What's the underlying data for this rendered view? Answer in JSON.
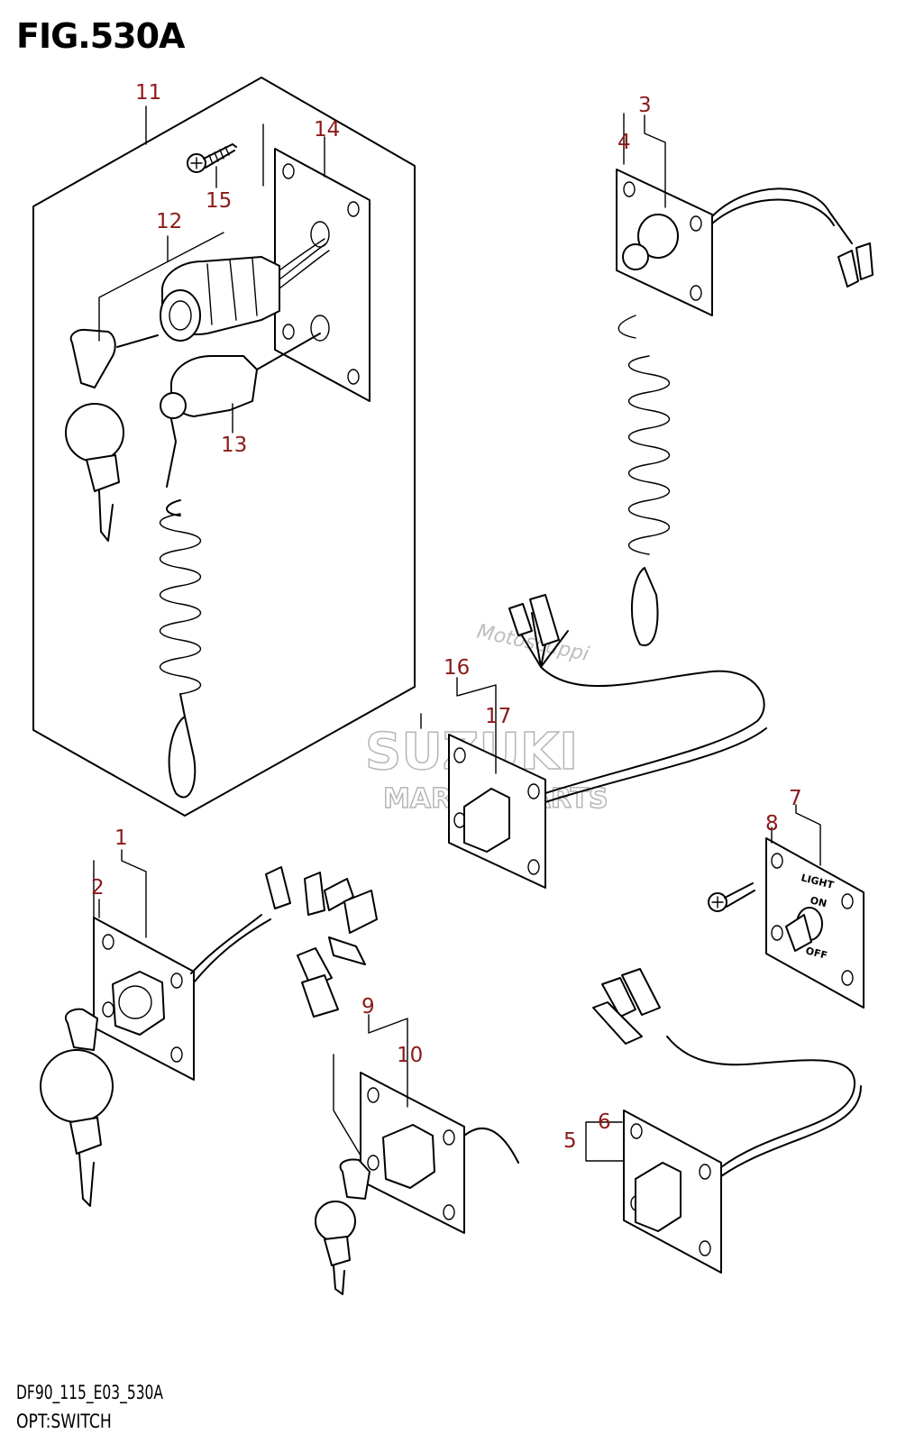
{
  "figure_title": "FIG.530A",
  "footer": {
    "code": "DF90_115_E03_530A",
    "name": "OPT:SWITCH"
  },
  "callouts": [
    {
      "id": "1",
      "label": "1"
    },
    {
      "id": "2",
      "label": "2"
    },
    {
      "id": "3",
      "label": "3"
    },
    {
      "id": "4",
      "label": "4"
    },
    {
      "id": "5",
      "label": "5"
    },
    {
      "id": "6",
      "label": "6"
    },
    {
      "id": "7",
      "label": "7"
    },
    {
      "id": "8",
      "label": "8"
    },
    {
      "id": "9",
      "label": "9"
    },
    {
      "id": "10",
      "label": "10"
    },
    {
      "id": "11",
      "label": "11"
    },
    {
      "id": "12",
      "label": "12"
    },
    {
      "id": "13",
      "label": "13"
    },
    {
      "id": "14",
      "label": "14"
    },
    {
      "id": "15",
      "label": "15"
    },
    {
      "id": "16",
      "label": "16"
    },
    {
      "id": "17",
      "label": "17"
    }
  ],
  "plate_labels": {
    "light": "LIGHT",
    "on": "ON",
    "off": "OFF"
  },
  "watermark": {
    "brand": "SUZUKI",
    "sub": "MARINE PARTS",
    "shop": "Motoscuppi"
  },
  "colors": {
    "callout": "#8b1a1a",
    "line": "#000000",
    "watermark": "#b5b5b5"
  }
}
